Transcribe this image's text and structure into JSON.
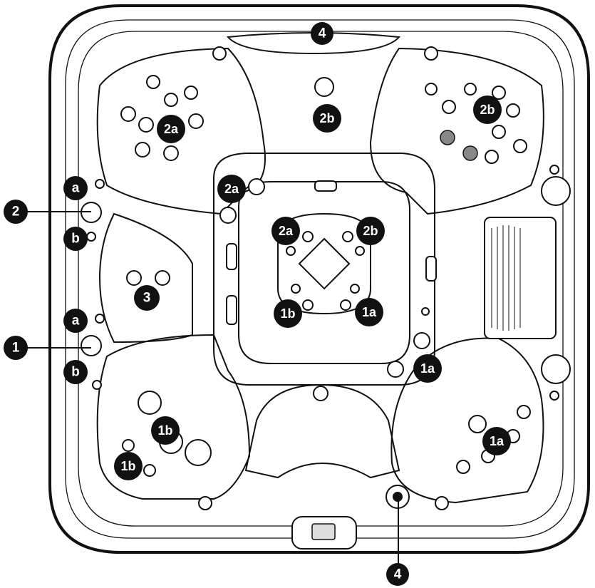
{
  "callouts": {
    "top_4": "4",
    "bottom_4": "4",
    "side_1": "1",
    "side_2": "2",
    "seat_tl_2a": "2a",
    "seat_tr_2b": "2b",
    "headrest_2b": "2b",
    "center_2a_left": "2a",
    "center_2a": "2a",
    "center_2b": "2b",
    "center_1b": "1b",
    "center_1a": "1a",
    "right_1a": "1a",
    "seat_br_1a": "1a",
    "seat_bl_1b_upper": "1b",
    "seat_bl_1b_lower": "1b",
    "footwell_3": "3",
    "upper_a": "a",
    "upper_b": "b",
    "lower_a": "a",
    "lower_b": "b"
  }
}
